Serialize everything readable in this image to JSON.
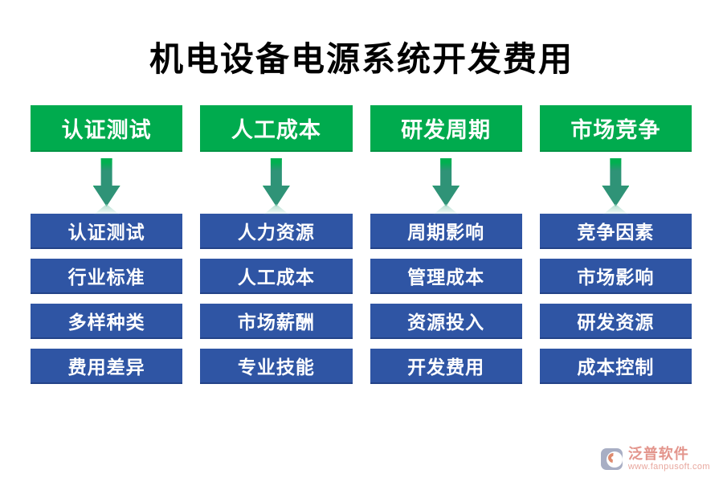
{
  "title": "机电设备电源系统开发费用",
  "colors": {
    "header_green": "#00AB4E",
    "item_blue": "#2F55A4",
    "arrow_teal": "#2F9377",
    "arrow_edge_green": "#00B050",
    "watermark_coral": "#E3958C"
  },
  "columns": [
    {
      "header": "认证测试",
      "items": [
        "认证测试",
        "行业标准",
        "多样种类",
        "费用差异"
      ]
    },
    {
      "header": "人工成本",
      "items": [
        "人力资源",
        "人工成本",
        "市场薪酬",
        "专业技能"
      ]
    },
    {
      "header": "研发周期",
      "items": [
        "周期影响",
        "管理成本",
        "资源投入",
        "开发费用"
      ]
    },
    {
      "header": "市场竞争",
      "items": [
        "竞争因素",
        "市场影响",
        "研发资源",
        "成本控制"
      ]
    }
  ],
  "watermark": {
    "brand": "泛普软件",
    "url": "www.fanpusoft.com"
  }
}
